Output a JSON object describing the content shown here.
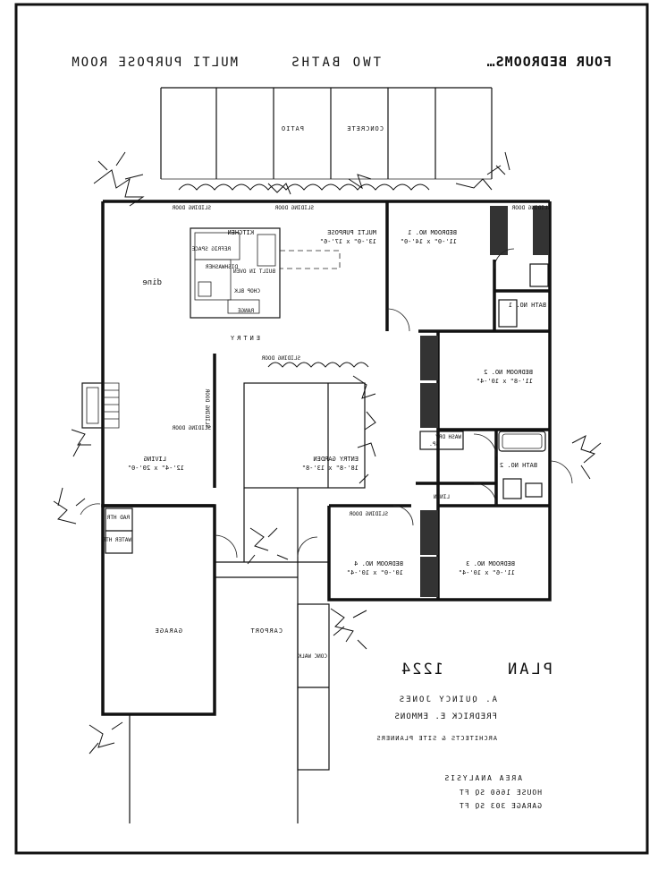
{
  "header": {
    "left": "FOUR BEDROOMS…",
    "middle": "TWO BATHS",
    "right": "MULTI PURPOSE ROOM"
  },
  "rooms": {
    "patio": "PATIO",
    "concrete": "CONCRETE",
    "bedroom1": "BEDROOM NO. 1",
    "bedroom1_size": "11'-0\" x 14'-0\"",
    "multi_purpose": "MULTI PURPOSE",
    "multi_purpose_size": "13'-0\" x 17'-6\"",
    "kitchen": "KITCHEN",
    "refrig_space": "REFRIG SPACE",
    "dishwasher": "DISHWASHER",
    "built_in_oven": "BUILT IN OVEN",
    "chop_blk": "CHOP BLK",
    "range": "RANGE",
    "dine": "dine",
    "bath1": "BATH NO. 1",
    "entry": "ENTRY",
    "bedroom2": "BEDROOM NO. 2",
    "bedroom2_size": "11'-8\" x 10'-4\"",
    "wash_dry": "WASH DRY",
    "sp": "SP.",
    "living": "LIVING",
    "living_size": "12'-4\" x 20'-0\"",
    "entry_garden": "ENTRY GARDEN",
    "entry_garden_size": "18'-8\" x 13'-8\"",
    "bath2": "BATH NO. 2",
    "linen": "LINEN",
    "rad_htr": "RAD HTR",
    "water_htr": "WATER HTR",
    "bedroom4": "BEDROOM NO. 4",
    "bedroom4_size": "10'-0\" x 10'-4\"",
    "bedroom3": "BEDROOM NO. 3",
    "bedroom3_size": "11'-6\" x 10'-4\"",
    "garage": "GARAGE",
    "carport": "CARPORT",
    "conc_walk": "CONC WALK"
  },
  "doors": {
    "sliding_door": "SLIDING DOOR"
  },
  "plan": {
    "title": "PLAN",
    "number": "1224"
  },
  "credits": {
    "name1": "A. QUINCY JONES",
    "name2": "FREDRICK E. EMMONS",
    "role": "ARCHITECTS & SITE PLANNERS"
  },
  "area": {
    "heading": "AREA ANALYSIS",
    "house": "HOUSE 1660 SQ FT",
    "garage": "GARAGE 303 SQ FT"
  }
}
